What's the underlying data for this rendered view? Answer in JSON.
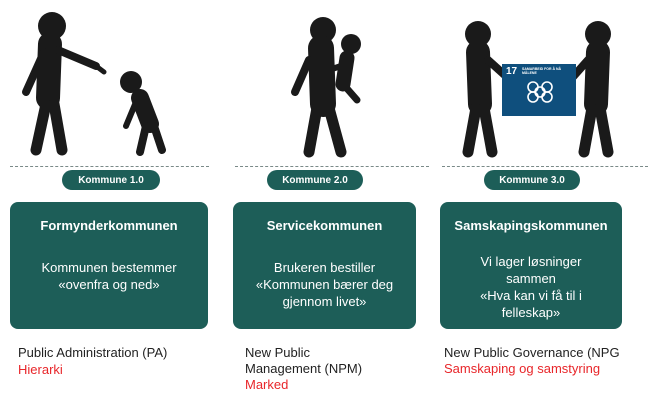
{
  "columns": [
    {
      "badge": "Kommune 1.0",
      "title": "Formynderkommunen",
      "body_lines": [
        "Kommunen bestemmer",
        "«ovenfra og ned»"
      ],
      "caption_lines": [
        "Public Administration (PA)"
      ],
      "caption_red": "Hierarki"
    },
    {
      "badge": "Kommune 2.0",
      "title": "Servicekommunen",
      "body_lines": [
        "Brukeren bestiller",
        "«Kommunen bærer deg",
        "gjennom livet»"
      ],
      "caption_lines": [
        "New Public",
        "Management (NPM)"
      ],
      "caption_red": "Marked"
    },
    {
      "badge": "Kommune 3.0",
      "title": "Samskapingskommunen",
      "body_lines": [
        "Vi lager løsninger",
        "sammen",
        "«Hva kan vi få til i",
        "felleskap»"
      ],
      "caption_lines": [
        "New Public Governance (NPG"
      ],
      "caption_red": "Samskaping og samstyring"
    }
  ],
  "sdg_sign": {
    "number": "17",
    "text": "SAMARBEID FOR Å NÅ MÅLENE"
  },
  "colors": {
    "box": "#1d5e58",
    "caption_red": "#e8262a",
    "figure": "#1a1a1a",
    "sign": "#0f4f7d"
  }
}
